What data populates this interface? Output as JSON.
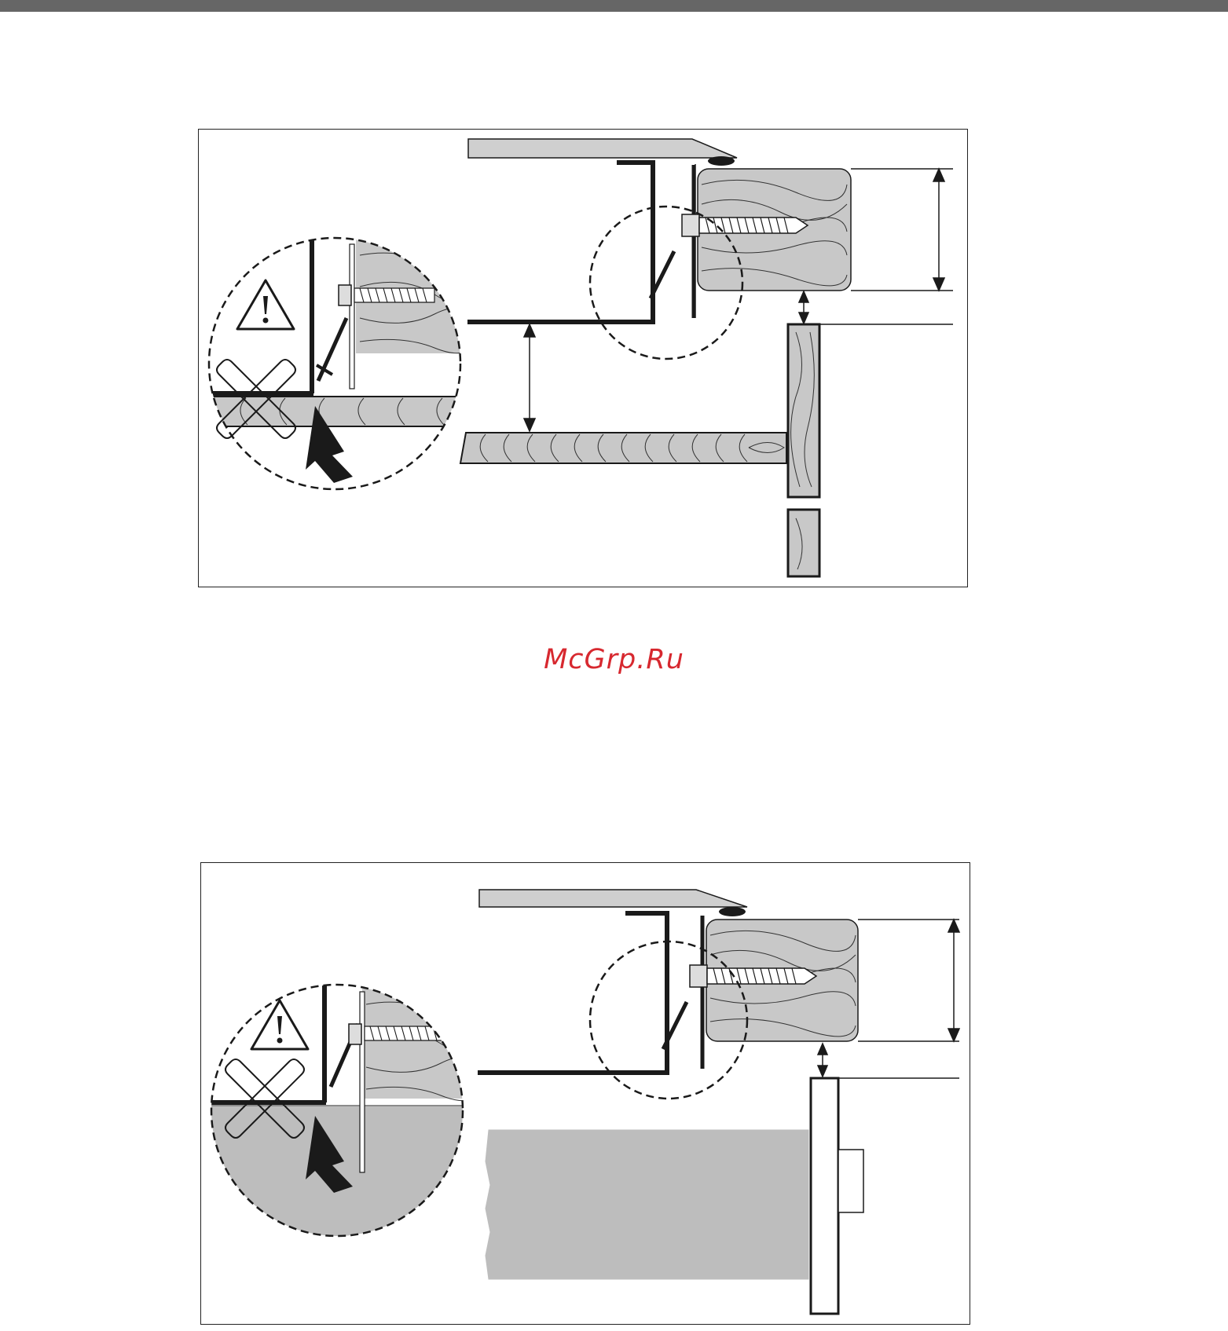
{
  "watermark": {
    "text": "McGrp.Ru"
  },
  "colors": {
    "watermark": "#d7282f",
    "top_bar": "#666666",
    "wood": "#c8c8c8",
    "panel": "#bdbdbd",
    "line": "#1a1a1a"
  },
  "icons": [
    "warning-triangle-icon",
    "cross-mark-icon",
    "arrow-pointer-icon",
    "dimension-arrow-icon",
    "screw-icon"
  ],
  "figures": [
    {
      "id": "fig1",
      "variant": "shelf"
    },
    {
      "id": "fig2",
      "variant": "drawer"
    }
  ]
}
